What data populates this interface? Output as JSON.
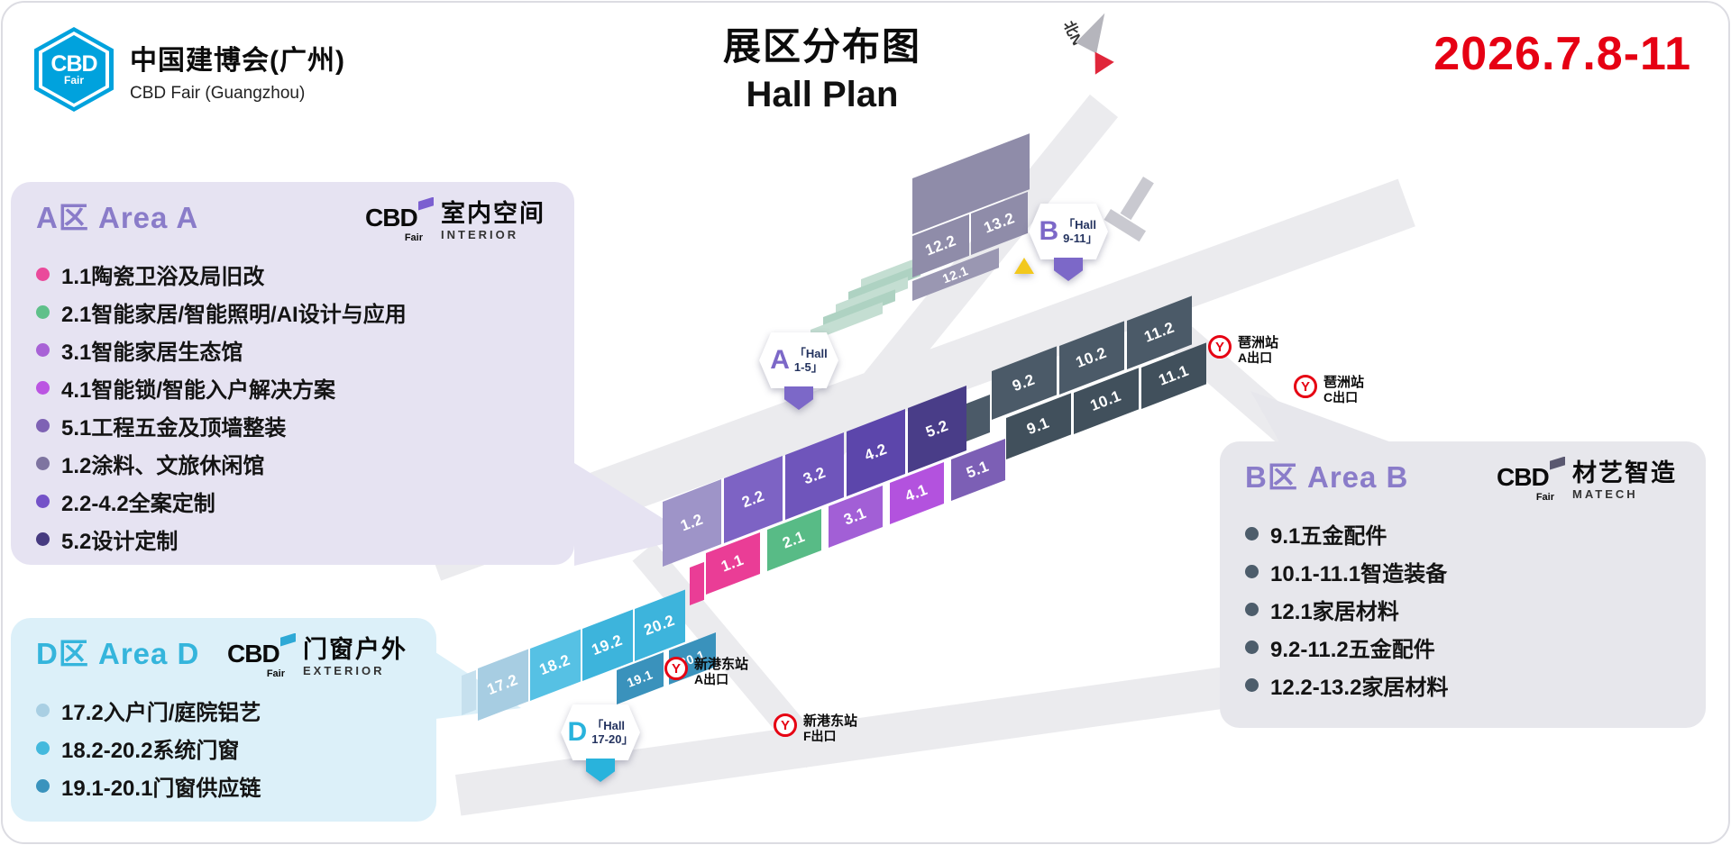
{
  "brand": {
    "cbd": "CBD",
    "fair": "Fair",
    "blue": "#00a2dd"
  },
  "header": {
    "org_cn": "中国建博会(广州)",
    "org_en": "CBD Fair (Guangzhou)",
    "title_cn": "展区分布图",
    "title_en": "Hall Plan",
    "dates": "2026.7.8-11",
    "dates_color": "#e60013",
    "north": "北N"
  },
  "colors": {
    "metro": "#e60012",
    "warning": "#f2c81d"
  },
  "icons": {
    "metro_glyph": "Y"
  },
  "panels": {
    "a": {
      "title": "A区 Area A",
      "accent": "#8a7cc9",
      "bg": "#e6e3f2",
      "flag_color": "#7b5fd0",
      "brand_cn": "室内空间",
      "brand_en": "INTERIOR",
      "items": [
        {
          "dot": "#ea4a9b",
          "text": "1.1陶瓷卫浴及局旧改"
        },
        {
          "dot": "#5fc08a",
          "text": "2.1智能家居/智能照明/AI设计与应用"
        },
        {
          "dot": "#a862d6",
          "text": "3.1智能家居生态馆"
        },
        {
          "dot": "#bb55e2",
          "text": "4.1智能锁/智能入户解决方案"
        },
        {
          "dot": "#7e62b4",
          "text": "5.1工程五金及顶墙整装"
        },
        {
          "dot": "#7e74a0",
          "text": "1.2涂料、文旅休闲馆"
        },
        {
          "dot": "#7452c8",
          "text": "2.2-4.2全案定制"
        },
        {
          "dot": "#463a80",
          "text": "5.2设计定制"
        }
      ]
    },
    "d": {
      "title": "D区 Area D",
      "accent": "#35b5dc",
      "bg": "#dcf0f9",
      "flag_color": "#2ea9d6",
      "brand_cn": "门窗户外",
      "brand_en": "EXTERIOR",
      "items": [
        {
          "dot": "#a9cfe3",
          "text": "17.2入户门/庭院铝艺"
        },
        {
          "dot": "#44b9dd",
          "text": "18.2-20.2系统门窗"
        },
        {
          "dot": "#3a93bd",
          "text": "19.1-20.1门窗供应链"
        }
      ]
    },
    "b": {
      "title": "B区 Area B",
      "accent": "#8a7cc9",
      "bg": "#e7e7ec",
      "flag_color": "#5a5870",
      "brand_cn": "材艺智造",
      "brand_en": "MATECH",
      "items": [
        {
          "dot": "#4d5d6b",
          "text": "9.1五金配件"
        },
        {
          "dot": "#4d5d6b",
          "text": "10.1-11.1智造装备"
        },
        {
          "dot": "#4d5d6b",
          "text": "12.1家居材料"
        },
        {
          "dot": "#4d5d6b",
          "text": "9.2-11.2五金配件"
        },
        {
          "dot": "#4d5d6b",
          "text": "12.2-13.2家居材料"
        }
      ]
    }
  },
  "map": {
    "badges": {
      "a": {
        "letter": "A",
        "line1": "「Hall",
        "line2": "1-5」",
        "color": "#7c68c8"
      },
      "b": {
        "letter": "B",
        "line1": "「Hall",
        "line2": "9-11」",
        "color": "#7c68c8"
      },
      "d": {
        "letter": "D",
        "line1": "「Hall",
        "line2": "17-20」",
        "color": "#29b3dc"
      }
    },
    "stations": [
      {
        "name": "琶洲站",
        "exit": "A出口"
      },
      {
        "name": "琶洲站",
        "exit": "C出口"
      },
      {
        "name": "新港东站",
        "exit": "A出口"
      },
      {
        "name": "新港东站",
        "exit": "F出口"
      }
    ],
    "halls": {
      "top_back": {
        "color": "#8f8ca9"
      },
      "top": [
        {
          "label": "12.2",
          "color": "#8f8ca9"
        },
        {
          "label": "13.2",
          "color": "#8f8ca9"
        },
        {
          "label": "12.1",
          "color": "#9a97b2"
        }
      ],
      "b_back": [
        {
          "label": "9.2",
          "color": "#4b5a68"
        },
        {
          "label": "10.2",
          "color": "#4b5a68"
        },
        {
          "label": "11.2",
          "color": "#4b5a68"
        }
      ],
      "b_front": [
        {
          "label": "9.1",
          "color": "#41505c"
        },
        {
          "label": "10.1",
          "color": "#41505c"
        },
        {
          "label": "11.1",
          "color": "#41505c"
        }
      ],
      "a_back": [
        {
          "label": "1.2",
          "color": "#9e94c8"
        },
        {
          "label": "2.2",
          "color": "#7d63c4"
        },
        {
          "label": "3.2",
          "color": "#6f55bb"
        },
        {
          "label": "4.2",
          "color": "#5c46ab"
        },
        {
          "label": "5.2",
          "color": "#493d88"
        }
      ],
      "a_front": [
        {
          "label": "1.1",
          "color": "#ea3d96"
        },
        {
          "label": "2.1",
          "color": "#58bb86"
        },
        {
          "label": "3.1",
          "color": "#a25fd6"
        },
        {
          "label": "4.1",
          "color": "#b352de"
        },
        {
          "label": "5.1",
          "color": "#7c5fb5"
        }
      ],
      "d_back": [
        {
          "label": "17.2",
          "color": "#a7cde2"
        },
        {
          "label": "18.2",
          "color": "#56c1e4"
        },
        {
          "label": "19.2",
          "color": "#3db4dc"
        },
        {
          "label": "20.2",
          "color": "#3db4dc"
        }
      ],
      "d_front": [
        {
          "label": "19.1",
          "color": "#3a92bc"
        },
        {
          "label": "20.1",
          "color": "#3a92bc"
        }
      ]
    }
  }
}
